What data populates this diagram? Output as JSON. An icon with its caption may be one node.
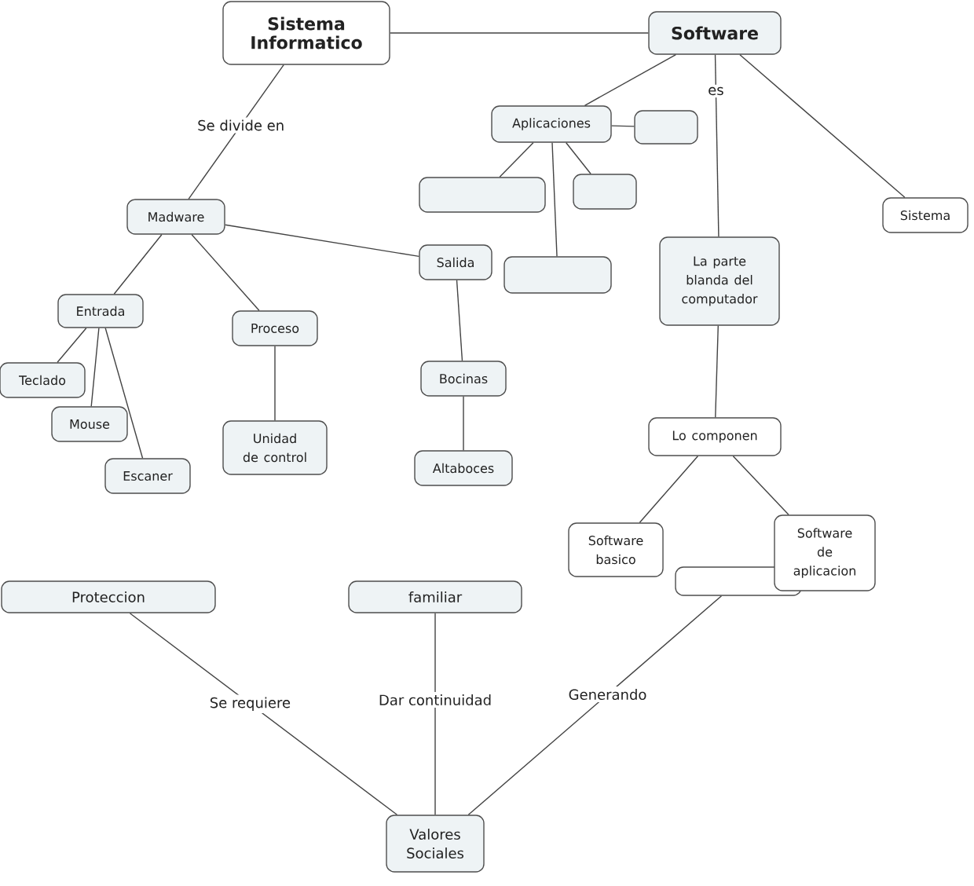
{
  "diagram": {
    "nodes": [
      {
        "text": [
          "Sistema Informatico"
        ]
      },
      {
        "text": [
          "Software"
        ]
      },
      {
        "text": [
          "Aplicaciones"
        ]
      },
      {
        "text": [],
        "shape": "box"
      },
      {
        "text": [],
        "shape": "box"
      },
      {
        "text": [],
        "shape": "box"
      },
      {
        "text": [],
        "shape": "box"
      },
      {
        "text": [
          "Sistema"
        ]
      },
      {
        "text": [
          "La parte blanda del computador"
        ]
      },
      {
        "text": [
          "Madware"
        ]
      },
      {
        "text": [
          "Salida"
        ]
      },
      {
        "text": [
          "Entrada"
        ]
      },
      {
        "text": [
          "Proceso"
        ]
      },
      {
        "text": [
          "Teclado"
        ]
      },
      {
        "text": [
          "Mouse"
        ]
      },
      {
        "text": [
          "Escaner"
        ]
      },
      {
        "text": [
          "Unidad de control"
        ]
      },
      {
        "text": [
          "Bocinas"
        ]
      },
      {
        "text": [
          "Altaboces"
        ]
      },
      {
        "text": [
          "Lo componen"
        ]
      },
      {
        "text": [
          "Software basico"
        ]
      },
      {
        "text": [
          "Software de aplicacion"
        ]
      },
      {
        "text": [
          "Proteccion"
        ]
      },
      {
        "text": [
          "familiar"
        ]
      },
      {
        "text": [],
        "shape": "box"
      },
      {
        "text": [
          "Valores Sociales"
        ]
      }
    ],
    "edges": [
      {
        "from": 0,
        "to": 1,
        "arrow": "none"
      },
      {
        "from": 0,
        "to": 9,
        "arrow": "none",
        "label": "Se divide en"
      },
      {
        "from": 1,
        "to": 2,
        "arrow": "none"
      },
      {
        "from": 1,
        "to": 8,
        "arrow": "none",
        "label": "es"
      },
      {
        "from": 1,
        "to": 7,
        "arrow": "none"
      },
      {
        "from": 2,
        "to": 3,
        "arrow": "none"
      },
      {
        "from": 2,
        "to": 4,
        "arrow": "none"
      },
      {
        "from": 2,
        "to": 5,
        "arrow": "none"
      },
      {
        "from": 2,
        "to": 6,
        "arrow": "none"
      },
      {
        "from": 9,
        "to": 11,
        "arrow": "none"
      },
      {
        "from": 9,
        "to": 12,
        "arrow": "none"
      },
      {
        "from": 9,
        "to": 10,
        "arrow": "none"
      },
      {
        "from": 11,
        "to": 13,
        "arrow": "none"
      },
      {
        "from": 11,
        "to": 14,
        "arrow": "none"
      },
      {
        "from": 11,
        "to": 15,
        "arrow": "none"
      },
      {
        "from": 12,
        "to": 16,
        "arrow": "none"
      },
      {
        "from": 10,
        "to": 17,
        "arrow": "none"
      },
      {
        "from": 17,
        "to": 18,
        "arrow": "none"
      },
      {
        "from": 8,
        "to": 19,
        "arrow": "none"
      },
      {
        "from": 19,
        "to": 20,
        "arrow": "none"
      },
      {
        "from": 19,
        "to": 21,
        "arrow": "none"
      },
      {
        "from": 22,
        "to": 25,
        "arrow": "none",
        "label": "Se requiere"
      },
      {
        "from": 23,
        "to": 25,
        "arrow": "none",
        "label": "Dar continuidad"
      },
      {
        "from": 24,
        "to": 25,
        "arrow": "none",
        "label": "Generando"
      }
    ]
  }
}
